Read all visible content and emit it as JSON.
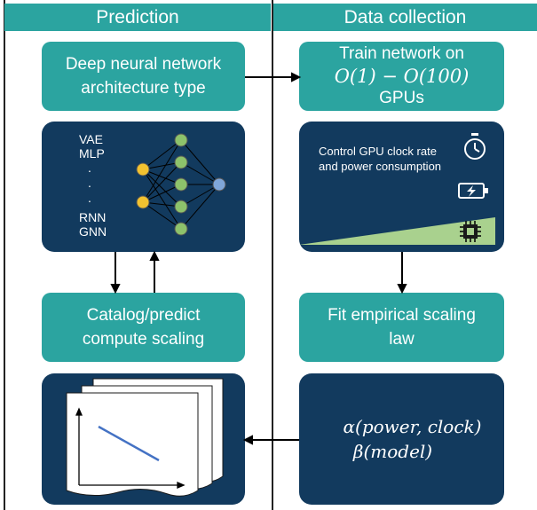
{
  "headers": {
    "left": "Prediction",
    "right": "Data collection"
  },
  "boxes": {
    "architecture": "Deep neural network architecture type",
    "train_line1": "Train network on",
    "train_math": "O(1) − O(100)",
    "train_line3": "GPUs",
    "catalog": "Catalog/predict compute scaling",
    "fit": "Fit empirical scaling law"
  },
  "models": {
    "top": [
      "VAE",
      "MLP"
    ],
    "dots": [
      ".",
      ".",
      "."
    ],
    "bottom": [
      "RNN",
      "GNN"
    ]
  },
  "gpu_panel": {
    "text": "Control GPU clock rate and power consumption",
    "icons": [
      "timer-icon",
      "battery-charging-icon",
      "cpu-chip-icon"
    ]
  },
  "formula": {
    "line1": "α(power, clock)",
    "line2": "β(model)"
  },
  "colors": {
    "header": "#2ba4a0",
    "teal_box": "#2ba4a0",
    "navy_panel": "#123a5e",
    "node_yellow": "#f2c230",
    "node_green": "#8dc26b",
    "node_blue": "#7fa6d9",
    "ramp_green": "#a9d18e",
    "plot_line": "#4472c4"
  }
}
